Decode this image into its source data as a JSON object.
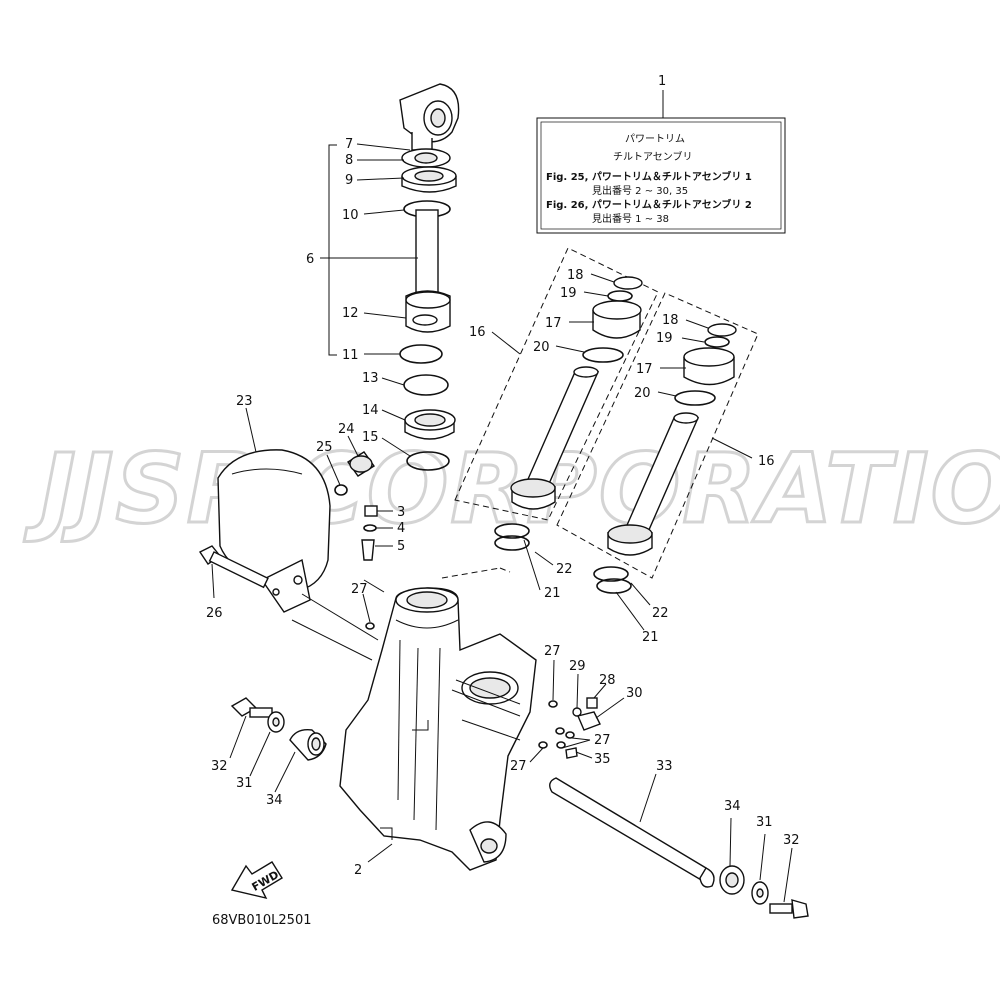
{
  "watermark": "JJSP CORPORATION",
  "info_box": {
    "ref": "1",
    "line1": "パワートリム",
    "line2": "チルトアセンブリ",
    "line3": "Fig. 25, パワートリム＆チルトアセンブリ 1",
    "line4": "見出番号 2 ~ 30, 35",
    "line5": "Fig. 26, パワートリム＆チルトアセンブリ 2",
    "line6": "見出番号 1 ~ 38"
  },
  "fwd_label": "FWD",
  "drawing_code": "68VB010L2501",
  "callouts": {
    "c2": "2",
    "c3": "3",
    "c4": "4",
    "c5": "5",
    "c6": "6",
    "c7": "7",
    "c8": "8",
    "c9": "9",
    "c10": "10",
    "c11": "11",
    "c12": "12",
    "c13": "13",
    "c14": "14",
    "c15": "15",
    "c16a": "16",
    "c16b": "16",
    "c17a": "17",
    "c17b": "17",
    "c18a": "18",
    "c18b": "18",
    "c19a": "19",
    "c19b": "19",
    "c20a": "20",
    "c20b": "20",
    "c21a": "21",
    "c21b": "21",
    "c22a": "22",
    "c22b": "22",
    "c23": "23",
    "c24": "24",
    "c25": "25",
    "c26": "26",
    "c27a": "27",
    "c27b": "27",
    "c27c": "27",
    "c27d": "27",
    "c28": "28",
    "c29": "29",
    "c30": "30",
    "c31a": "31",
    "c31b": "31",
    "c32a": "32",
    "c32b": "32",
    "c33": "33",
    "c34a": "34",
    "c34b": "34",
    "c35": "35"
  }
}
